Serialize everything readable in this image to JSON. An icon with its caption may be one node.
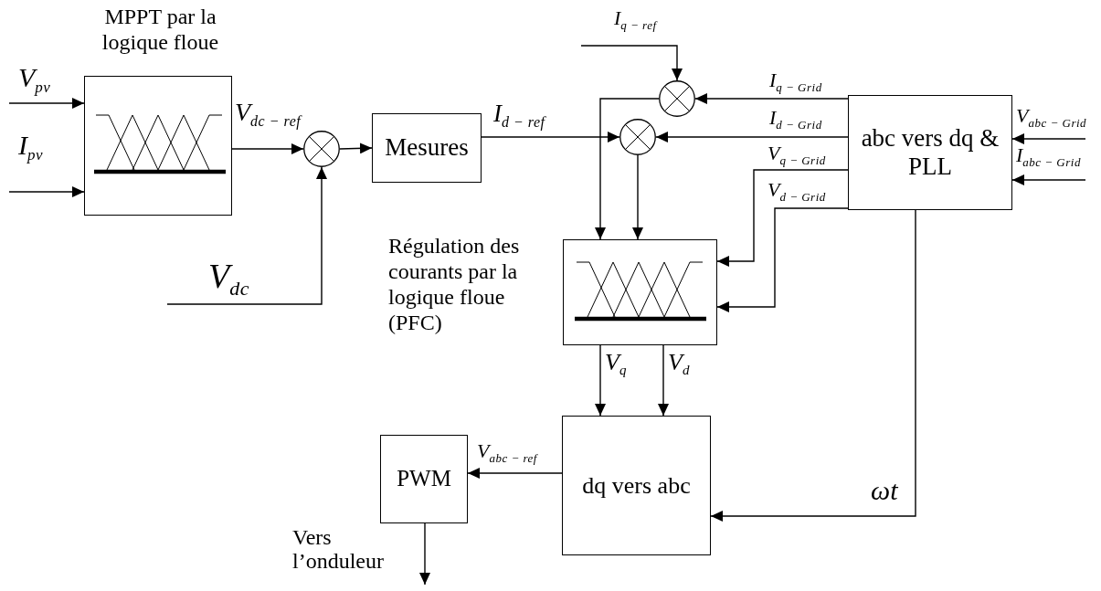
{
  "diagram": {
    "nodes": [
      {
        "text": [
          "MPPT par la logique floue"
        ]
      },
      {
        "text": [],
        "shape": "circle"
      },
      {
        "text": [
          "Mesures"
        ]
      },
      {
        "text": [],
        "shape": "circle"
      },
      {
        "text": [],
        "shape": "circle"
      },
      {
        "text": [
          "abc vers dq & PLL"
        ]
      },
      {
        "text": [
          "Régulation des courants par la logique floue (PFC)"
        ]
      },
      {
        "text": [
          "dq vers abc"
        ]
      },
      {
        "text": [
          "PWM"
        ]
      }
    ],
    "edges": [
      {
        "from": null,
        "to": 0,
        "arrow": "to",
        "label": "V$_{pv}$"
      },
      {
        "from": null,
        "to": 0,
        "arrow": "to",
        "label": "I$_{pv}$"
      },
      {
        "from": 0,
        "to": 1,
        "arrow": "to",
        "label": "V$_{dc − ref}$"
      },
      {
        "from": null,
        "to": 1,
        "arrow": "to",
        "label": "V$_{dc}$"
      },
      {
        "from": 1,
        "to": 2,
        "arrow": "to"
      },
      {
        "from": 2,
        "to": 4,
        "arrow": "to",
        "label": "I$_{d − ref}$"
      },
      {
        "from": null,
        "to": 3,
        "arrow": "to",
        "label": "I$_{q − ref}$"
      },
      {
        "from": 5,
        "to": 3,
        "arrow": "to",
        "label": "I$_{q − Grid}$"
      },
      {
        "from": 5,
        "to": 4,
        "arrow": "to",
        "label": "I$_{d − Grid}$"
      },
      {
        "from": 3,
        "to": 6,
        "arrow": "to"
      },
      {
        "from": 4,
        "to": 6,
        "arrow": "to"
      },
      {
        "from": 5,
        "to": 6,
        "arrow": "to",
        "label": "V$_{q − Grid}$"
      },
      {
        "from": 5,
        "to": 6,
        "arrow": "to",
        "label": "V$_{d − Grid}$"
      },
      {
        "from": null,
        "to": 5,
        "arrow": "to",
        "label": "V$_{abc − Grid}$"
      },
      {
        "from": null,
        "to": 5,
        "arrow": "to",
        "label": "I$_{abc − Grid}$"
      },
      {
        "from": 6,
        "to": 7,
        "arrow": "to",
        "label": "V$_{q}$"
      },
      {
        "from": 6,
        "to": 7,
        "arrow": "to",
        "label": "V$_{d}$"
      },
      {
        "from": 5,
        "to": 7,
        "arrow": "to",
        "label": "ωt"
      },
      {
        "from": 7,
        "to": 8,
        "arrow": "to",
        "label": "V$_{abc − ref}$"
      },
      {
        "from": 8,
        "to": null,
        "arrow": "to",
        "label": "Vers l’onduleur"
      }
    ]
  }
}
